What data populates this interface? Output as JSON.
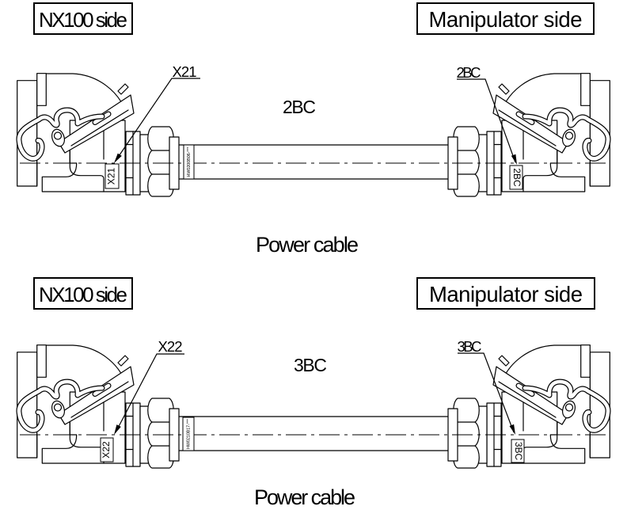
{
  "diagrams": [
    {
      "left_side_label": "NX100 side",
      "right_side_label": "Manipulator side",
      "left_connector_label": "X21",
      "left_connector_tag": "X21",
      "cable_label": "2BC",
      "right_connector_label": "2BC",
      "right_connector_tag": "2BC",
      "cable_marking": "HW0200B06-***",
      "caption": "Power cable"
    },
    {
      "left_side_label": "NX100 side",
      "right_side_label": "Manipulator side",
      "left_connector_label": "X22",
      "left_connector_tag": "X22",
      "cable_label": "3BC",
      "right_connector_label": "3BC",
      "right_connector_tag": "3BC",
      "cable_marking": "HW0210B17-***",
      "caption": "Power cable"
    }
  ]
}
